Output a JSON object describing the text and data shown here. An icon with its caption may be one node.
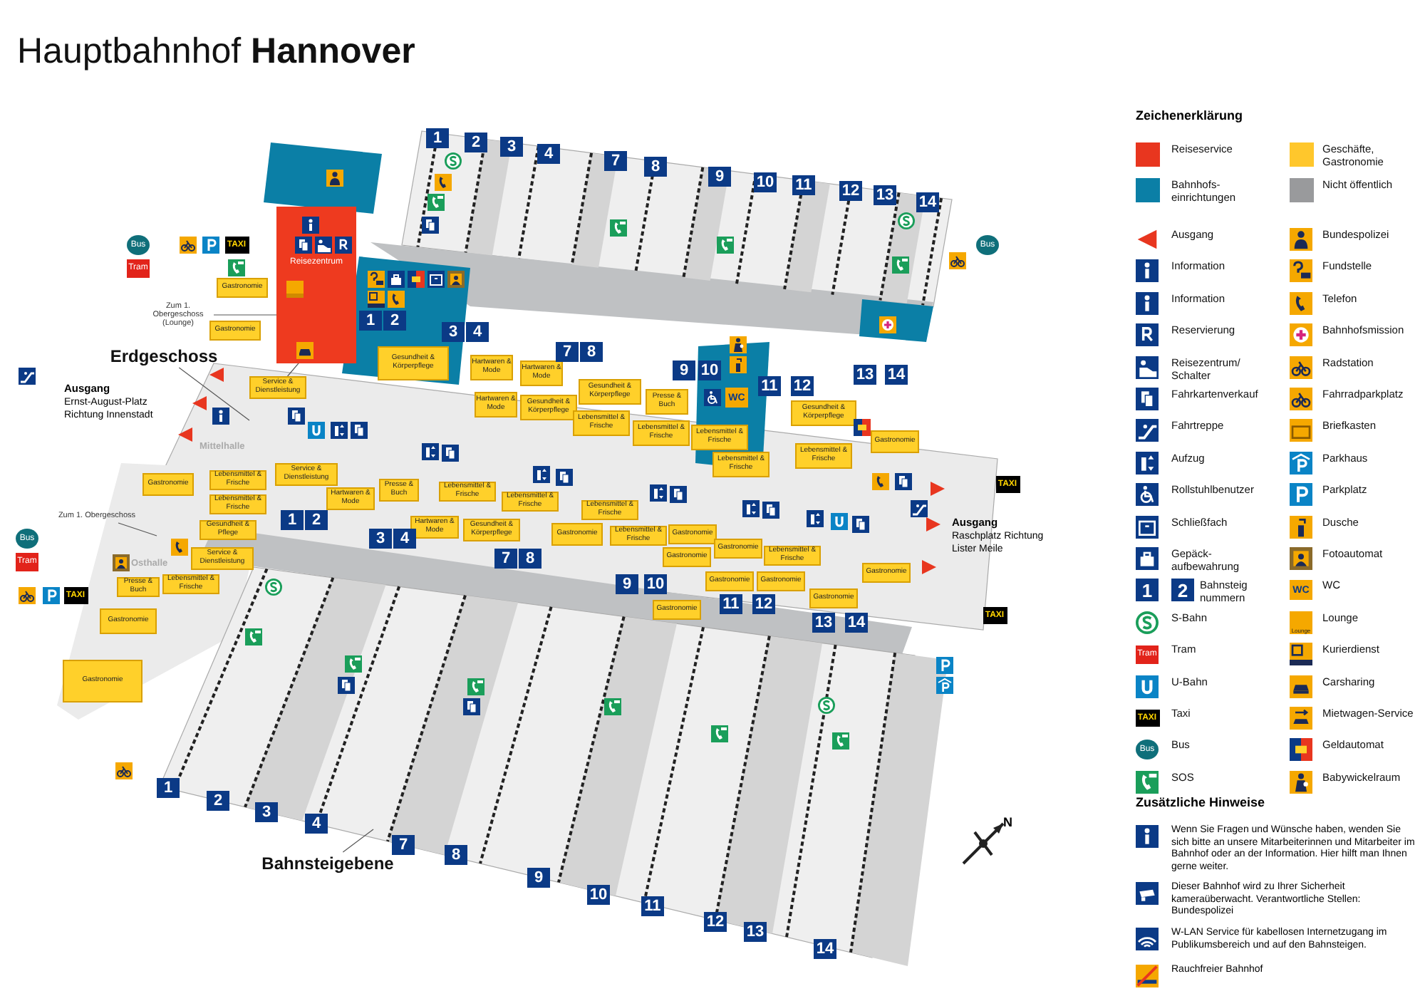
{
  "diagram": {
    "title": "Hauptbahnhof **Hannover**",
    "nodes": [
      {
        "text": [
          "Gastronomie"
        ]
      },
      {
        "text": [
          "Reisezentrum"
        ]
      },
      {
        "text": [
          "Zum 1. Obergeschoss (Lounge)"
        ]
      },
      {
        "text": [
          "Gastronomie"
        ]
      },
      {
        "text": [
          "Erdgeschoss"
        ]
      },
      {
        "text": [
          "Service & Dienstleistung"
        ]
      },
      {
        "text": [
          "Gesundheit & Körperpflege"
        ]
      },
      {
        "text": [
          "Hartwaren & Mode"
        ]
      },
      {
        "text": [
          "Hartwaren & Mode"
        ]
      },
      {
        "text": [
          "Hartwaren & Mode"
        ]
      },
      {
        "text": [
          "Gesundheit & Körperpflege"
        ]
      },
      {
        "text": [
          "Gesundheit & Körperpflege"
        ]
      },
      {
        "text": [
          "Presse & Buch"
        ]
      },
      {
        "text": [
          "Lebensmittel & Frische"
        ]
      },
      {
        "text": [
          "Lebensmittel & Frische"
        ]
      },
      {
        "text": [
          "Lebensmittel & Frische"
        ]
      },
      {
        "text": [
          "Lebensmittel & Frische"
        ]
      },
      {
        "text": [
          "Gesundheit & Körperpflege"
        ]
      },
      {
        "text": [
          "Lebensmittel & Frische"
        ]
      },
      {
        "text": [
          "Gastronomie"
        ]
      },
      {
        "text": [
          "Gastronomie"
        ]
      },
      {
        "text": [
          "Lebensmittel & Frische"
        ]
      },
      {
        "text": [
          "Service & Dienstleistung"
        ]
      },
      {
        "text": [
          "Presse & Buch"
        ]
      },
      {
        "text": [
          "Hartwaren & Mode"
        ]
      },
      {
        "text": [
          "Lebensmittel & Frische"
        ]
      },
      {
        "text": [
          "Lebensmittel & Frische"
        ]
      },
      {
        "text": [
          "Lebensmittel & Frische"
        ]
      },
      {
        "text": [
          "Lebensmittel & Frische"
        ]
      },
      {
        "text": [
          "Hartwaren & Mode"
        ]
      },
      {
        "text": [
          "Gesundheit & Körperpflege"
        ]
      },
      {
        "text": [
          "Gastronomie"
        ]
      },
      {
        "text": [
          "Lebensmittel & Frische"
        ]
      },
      {
        "text": [
          "Gastronomie"
        ]
      },
      {
        "text": [
          "Gastronomie"
        ]
      },
      {
        "text": [
          "Lebensmittel & Frische"
        ]
      },
      {
        "text": [
          "Gesundheit & Pflege"
        ]
      },
      {
        "text": [
          "Zum 1. Obergeschoss"
        ]
      },
      {
        "text": [
          "Gastronomie"
        ]
      },
      {
        "text": [
          "Gastronomie"
        ]
      },
      {
        "text": [
          "Gastronomie"
        ]
      },
      {
        "text": [
          "Gastronomie"
        ]
      },
      {
        "text": [
          "Service & Dienstleistung"
        ]
      },
      {
        "text": [
          "Gastronomie"
        ]
      },
      {
        "text": [
          "Gastronomie"
        ]
      },
      {
        "text": [
          "Presse & Buch"
        ]
      },
      {
        "text": [
          "Lebensmittel & Frische"
        ]
      },
      {
        "text": [
          "Gastronomie"
        ]
      },
      {
        "text": [
          "Gastronomie"
        ]
      },
      {
        "text": [
          "Bahnsteigebene"
        ]
      }
    ],
    "edges": [
      {
        "from": 2,
        "to": 1,
        "arrow": "none"
      },
      {
        "from": 4,
        "to": null,
        "arrow": "none"
      },
      {
        "from": 5,
        "to": null,
        "arrow": "none"
      },
      {
        "from": 37,
        "to": null,
        "arrow": "none"
      },
      {
        "from": 49,
        "to": null,
        "arrow": "none"
      }
    ],
    "labels": [
      "1",
      "2",
      "3",
      "4",
      "7",
      "8",
      "9",
      "10",
      "11",
      "12",
      "13",
      "14",
      "1",
      "2",
      "3",
      "4",
      "7",
      "8",
      "9",
      "10",
      "11",
      "12",
      "13",
      "14",
      "Bus",
      "Tram",
      "TAXI",
      "Ausgang",
      "Ernst-August-Platz Richtung Innenstadt",
      "Mittelhalle",
      "WC",
      "Bus",
      "TAXI",
      "Ausgang",
      "Raschplatz Richtung Lister Meile",
      "Osthalle",
      "Bus",
      "Tram",
      "TAXI",
      "1",
      "2",
      "3",
      "4",
      "7",
      "8",
      "9",
      "10",
      "11",
      "12",
      "13",
      "14",
      "TAXI",
      "1",
      "2",
      "3",
      "4",
      "7",
      "8",
      "9",
      "10",
      "11",
      "12",
      "13",
      "14",
      "N",
      "Zeichenerklärung",
      "1",
      "2",
      "Tram",
      "TAXI",
      "Bus",
      "WC",
      "Lounge",
      "Zusätzliche Hinweise",
      "Wenn Sie Fragen und Wünsche haben, wenden Sie sich bitte an unsere Mitarbeiterinnen und Mitarbeiter im Bahnhof oder an der Information. Hier hilft man Ihnen gerne weiter.",
      "Dieser Bahnhof wird zu Ihrer Sicherheit kameraüberwacht. Verantwortliche Stellen: Bundespolizei",
      "W-LAN Service für kabellosen Internetzugang im Publikumsbereich und auf den Bahnsteigen.",
      "Rauchfreier Bahnhof"
    ],
    "legend": [
      {
        "text": "Reiseservice",
        "color": "#e8361f"
      },
      {
        "text": "Geschäfte, Gastronomie",
        "color": "#ffc72c"
      },
      {
        "text": "Bahnhofs- einrichtungen",
        "color": "#0b7fa6"
      },
      {
        "text": "Nicht öffentlich",
        "color": "#999a9c"
      },
      {
        "text": "Ausgang"
      },
      {
        "text": "Bundespolizei"
      },
      {
        "text": "Information"
      },
      {
        "text": "Fundstelle"
      },
      {
        "text": "Information"
      },
      {
        "text": "Telefon"
      },
      {
        "text": "Reservierung"
      },
      {
        "text": "Bahnhofsmission"
      },
      {
        "text": "Reisezentrum/ Schalter"
      },
      {
        "text": "Radstation"
      },
      {
        "text": "Fahrkartenverkauf"
      },
      {
        "text": "Fahrradparkplatz"
      },
      {
        "text": "Fahrtreppe"
      },
      {
        "text": "Briefkasten"
      },
      {
        "text": "Aufzug"
      },
      {
        "text": "Parkhaus"
      },
      {
        "text": "Rollstuhlbenutzer"
      },
      {
        "text": "Parkplatz"
      },
      {
        "text": "Schließfach"
      },
      {
        "text": "Dusche"
      },
      {
        "text": "Gepäck- aufbewahrung"
      },
      {
        "text": "Fotoautomat"
      },
      {
        "text": "Bahnsteig nummern"
      },
      {
        "text": "WC"
      },
      {
        "text": "S-Bahn"
      },
      {
        "text": "Lounge"
      },
      {
        "text": "Tram"
      },
      {
        "text": "Kurierdienst"
      },
      {
        "text": "U-Bahn"
      },
      {
        "text": "Carsharing"
      },
      {
        "text": "Taxi"
      },
      {
        "text": "Mietwagen-Service"
      },
      {
        "text": "Bus"
      },
      {
        "text": "Geldautomat"
      },
      {
        "text": "SOS"
      },
      {
        "text": "Babywickelraum"
      }
    ]
  }
}
